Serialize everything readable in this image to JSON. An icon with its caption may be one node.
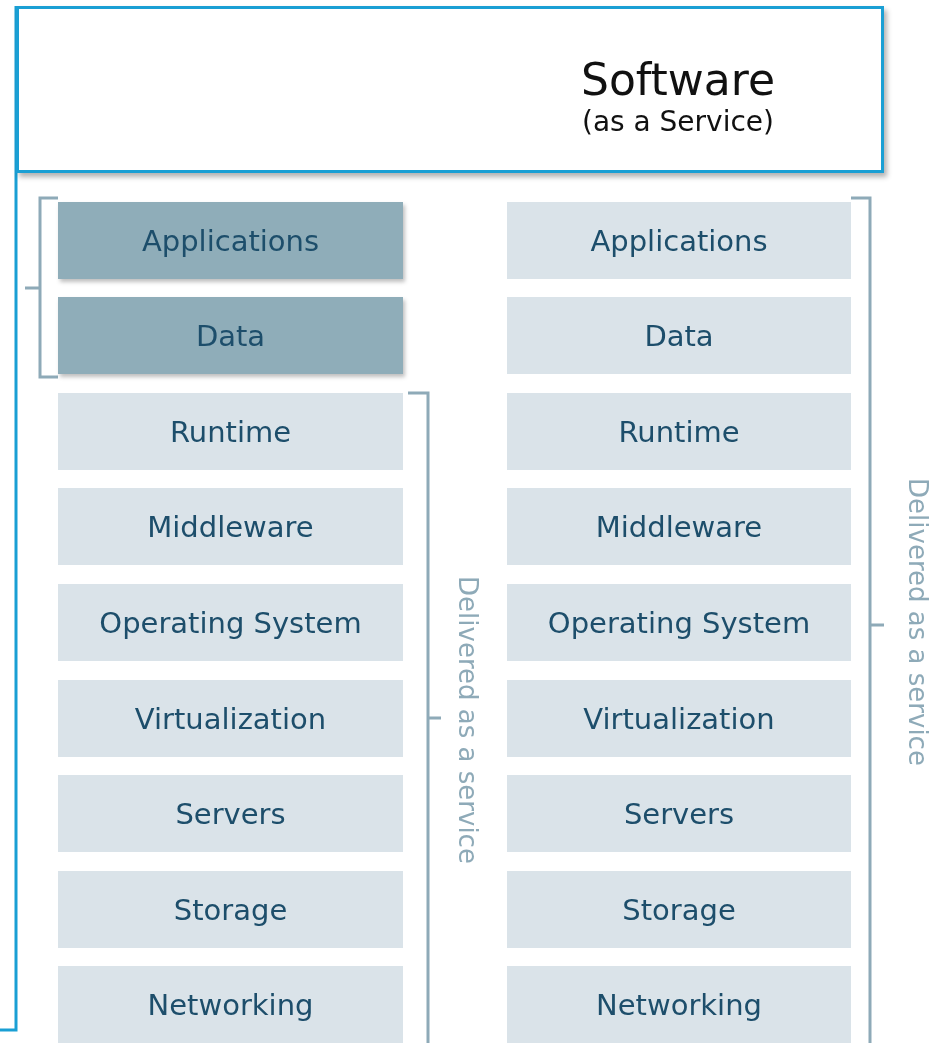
{
  "diagram": {
    "nodes": [
      {
        "text": [
          "Software",
          "(as a Service)"
        ]
      },
      {
        "text": [
          "Applications"
        ]
      },
      {
        "text": [
          "Data"
        ]
      },
      {
        "text": [
          "Runtime"
        ]
      },
      {
        "text": [
          "Middleware"
        ]
      },
      {
        "text": [
          "Operating System"
        ]
      },
      {
        "text": [
          "Virtualization"
        ]
      },
      {
        "text": [
          "Servers"
        ]
      },
      {
        "text": [
          "Storage"
        ]
      },
      {
        "text": [
          "Networking"
        ]
      },
      {
        "text": [
          "Applications"
        ]
      },
      {
        "text": [
          "Data"
        ]
      },
      {
        "text": [
          "Runtime"
        ]
      },
      {
        "text": [
          "Middleware"
        ]
      },
      {
        "text": [
          "Operating System"
        ]
      },
      {
        "text": [
          "Virtualization"
        ]
      },
      {
        "text": [
          "Servers"
        ]
      },
      {
        "text": [
          "Storage"
        ]
      },
      {
        "text": [
          "Networking"
        ]
      }
    ],
    "labels": [
      "Delivered as a service",
      "Delivered as a service"
    ]
  }
}
